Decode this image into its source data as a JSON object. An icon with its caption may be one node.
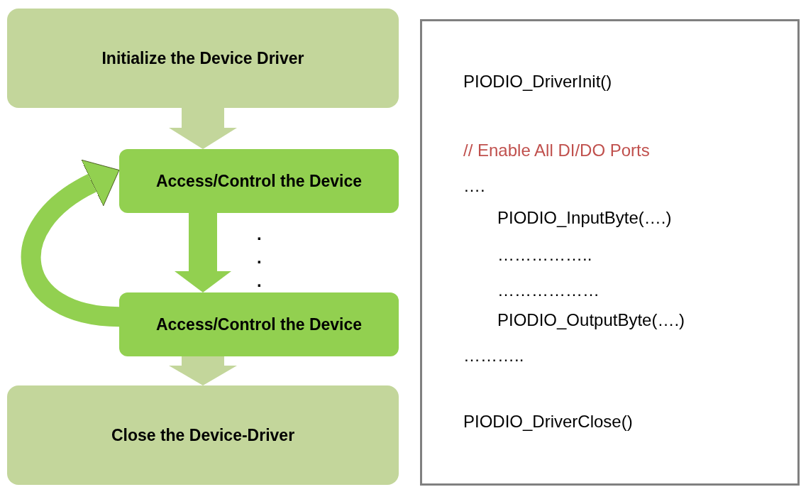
{
  "diagram": {
    "nodes": [
      {
        "text": [
          "Initialize the Device Driver"
        ]
      },
      {
        "text": [
          "Access/Control the Device"
        ]
      },
      {
        "text": [
          "Access/Control the Device"
        ]
      },
      {
        "text": [
          "Close the Device-Driver"
        ]
      },
      {
        "text": [
          "PIODIO_DriverInit()",
          "// Enable All DI/DO Ports",
          "….",
          "PIODIO_InputByte(….)",
          "……………..",
          "………………",
          "PIODIO_OutputByte(….)",
          "………..",
          "PIODIO_DriverClose()"
        ]
      }
    ],
    "edges": [
      {
        "from": 0,
        "to": 1,
        "arrow": "to",
        "color": "#c3d69b"
      },
      {
        "from": 1,
        "to": 2,
        "arrow": "to"
      },
      {
        "from": 2,
        "to": 3,
        "arrow": "to",
        "color": "#c3d69b"
      },
      {
        "from": 2,
        "to": 1,
        "arrow": "to"
      }
    ],
    "labels": [
      ".",
      ".",
      "."
    ]
  }
}
